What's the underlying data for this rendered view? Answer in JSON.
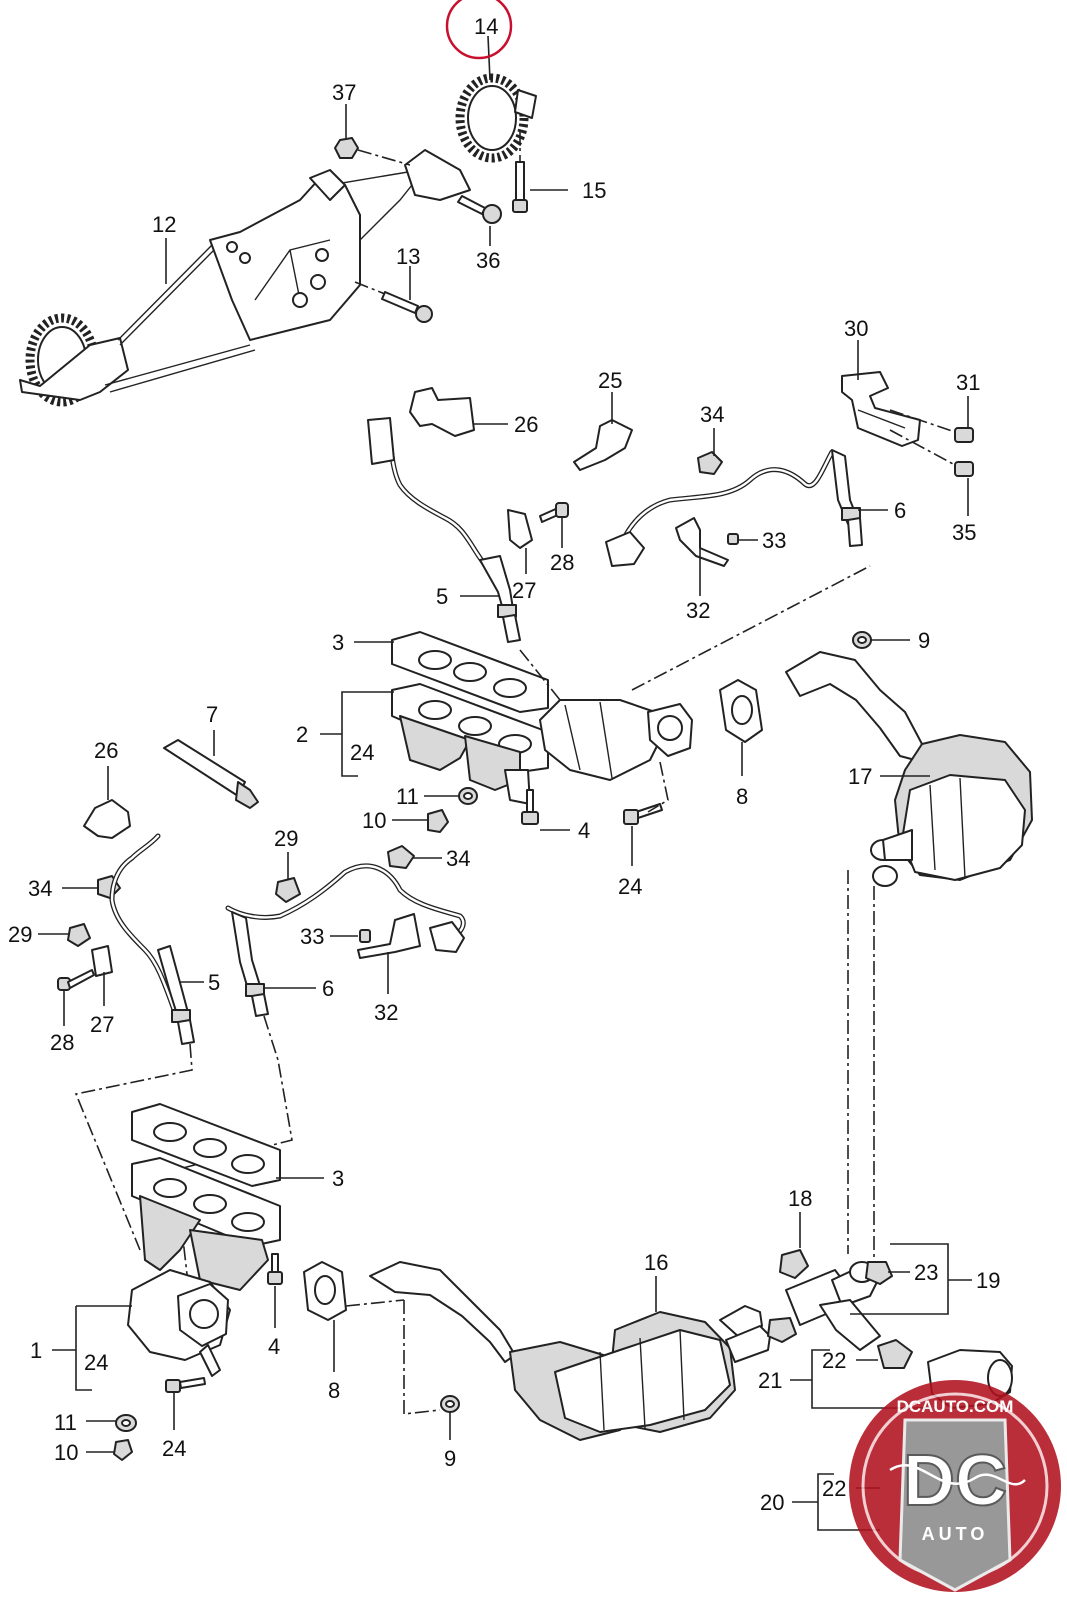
{
  "callouts": {
    "c14": "14",
    "c37": "37",
    "c15": "15",
    "c36": "36",
    "c12": "12",
    "c13": "13",
    "c30": "30",
    "c31": "31",
    "c35": "35",
    "c25": "25",
    "c26a": "26",
    "c34a": "34",
    "c6a": "6",
    "c33a": "33",
    "c32a": "32",
    "c28a": "28",
    "c27a": "27",
    "c5a": "5",
    "c3a": "3",
    "c2": "2",
    "c24a": "24",
    "c9a": "9",
    "c17": "17",
    "c8a": "8",
    "c11a": "11",
    "c10a": "10",
    "c4a": "4",
    "c24b": "24",
    "c7": "7",
    "c26b": "26",
    "c34b": "34",
    "c29a": "29",
    "c34c": "34",
    "c29b": "29",
    "c33b": "33",
    "c5b": "5",
    "c6b": "6",
    "c27b": "27",
    "c28b": "28",
    "c32b": "32",
    "c3b": "3",
    "c1": "1",
    "c24c": "24",
    "c4b": "4",
    "c8b": "8",
    "c11b": "11",
    "c10b": "10",
    "c24d": "24",
    "c9b": "9",
    "c16": "16",
    "c18": "18",
    "c23": "23",
    "c19": "19",
    "c22a": "22",
    "c21": "21",
    "c22b": "22",
    "c20": "20"
  },
  "watermark": {
    "site": "DCAUTO.COM",
    "logo_letters": "DC",
    "logo_sub": "AUTO"
  },
  "highlight": {
    "part": "14",
    "color": "#c8102e"
  },
  "colors": {
    "line": "#222222",
    "watermark": "#b1121f"
  }
}
